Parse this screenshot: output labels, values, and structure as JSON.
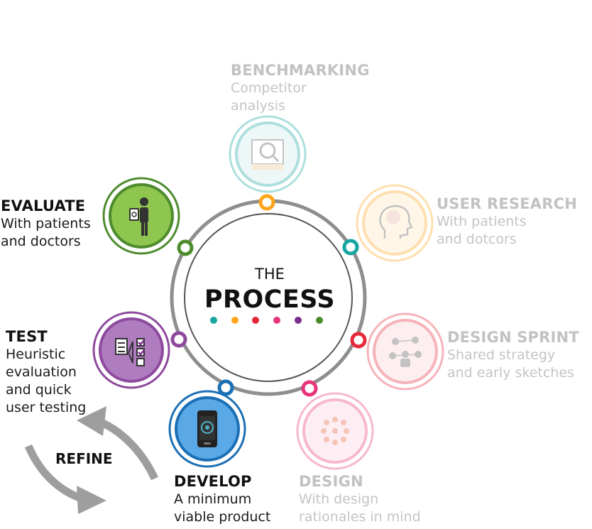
{
  "center": {
    "line1": "THE",
    "line2": "PROCESS"
  },
  "stages": [
    {
      "id": "benchmarking",
      "title": "BENCHMARKING",
      "desc": "Competitor\nanalysis",
      "color": "#ffa51c",
      "faded": true,
      "icon": "magnifier-document-icon"
    },
    {
      "id": "user-research",
      "title": "USER RESEARCH",
      "desc": "With patients\nand dotcors",
      "color": "#17a6a0",
      "faded": true,
      "icon": "head-brain-icon"
    },
    {
      "id": "design-sprint",
      "title": "DESIGN SPRINT",
      "desc": "Shared strategy\nand early sketches",
      "color": "#e6283a",
      "faded": true,
      "icon": "network-person-icon"
    },
    {
      "id": "design",
      "title": "DESIGN",
      "desc": "With design\nrationales in mind",
      "color": "#e8347a",
      "faded": true,
      "icon": "brain-circuit-icon"
    },
    {
      "id": "develop",
      "title": "DEVELOP",
      "desc": "A minimum\nviable product",
      "color": "#1b6fb5",
      "faded": false,
      "icon": "smartphone-icon"
    },
    {
      "id": "test",
      "title": "TEST",
      "desc": "Heuristic\nevaluation\nand quick\nuser testing",
      "color": "#8e4a9e",
      "faded": false,
      "icon": "checklist-icon"
    },
    {
      "id": "evaluate",
      "title": "EVALUATE",
      "desc": "With patients\nand doctors",
      "color": "#4d8b2d",
      "faded": false,
      "icon": "person-tablet-icon"
    }
  ],
  "center_dots": [
    "#17a6a0",
    "#ffa51c",
    "#e6283a",
    "#e8347a",
    "#7a2f8e",
    "#4d8b2d"
  ],
  "refine": {
    "label": "REFINE",
    "arrow_color": "#9e9e9e"
  }
}
